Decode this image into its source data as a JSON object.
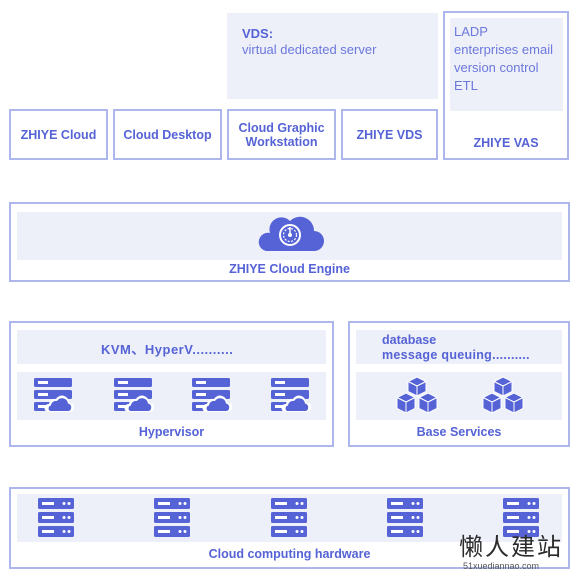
{
  "top": {
    "vds_note": {
      "title": "VDS:",
      "subtitle": "virtual dedicated server"
    },
    "vas_list": [
      "LADP",
      "enterprises email",
      "version control",
      "ETL"
    ],
    "products": [
      "ZHIYE Cloud",
      "Cloud Desktop",
      "Cloud Graphic Workstation",
      "ZHIYE VDS",
      "ZHIYE VAS"
    ]
  },
  "engine": {
    "label": "ZHIYE Cloud Engine",
    "icon": "cloud-gear-icon"
  },
  "hypervisor": {
    "header": "KVM、HyperV..........",
    "label": "Hypervisor",
    "icon": "server-cloud-icon",
    "icon_count": 4
  },
  "base_services": {
    "line1": "database",
    "line2": "message queuing..........",
    "label": "Base Services",
    "icon": "cubes-icon",
    "icon_count": 2
  },
  "hardware": {
    "label": "Cloud computing hardware",
    "icon": "server-icon",
    "icon_count": 5
  },
  "watermark": {
    "text": "懒人建站",
    "url": "51xuediannao.com"
  },
  "colors": {
    "accent": "#5563d6",
    "border": "#aeb6ee",
    "fill": "#edeff9"
  }
}
